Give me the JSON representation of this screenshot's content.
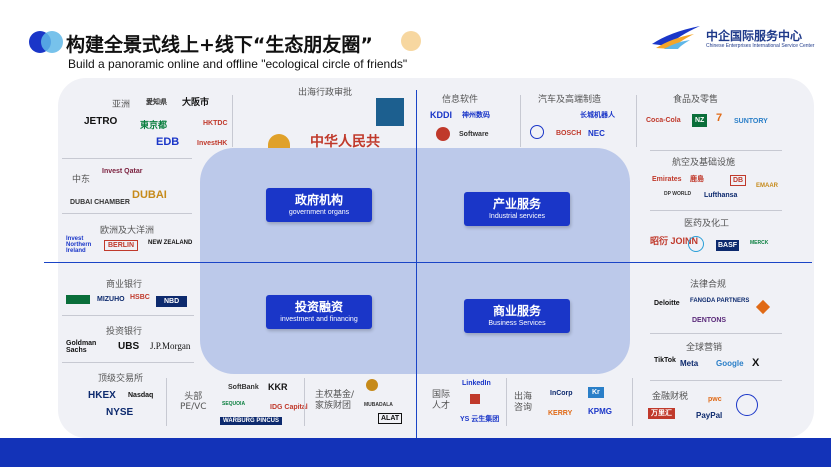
{
  "title": "构建全景式线上+线下“生态朋友圈”",
  "subtitle": "Build a panoramic online and offline \"ecological circle of friends\"",
  "brand": {
    "name_cn": "中企国际服务中心",
    "name_en": "Chinese Enterprises International Service Center"
  },
  "colors": {
    "accent": "#1a36c8",
    "footer": "#1333b8",
    "core": "#bcc9ea",
    "board": "#f0f1f6"
  },
  "quadrants": {
    "gov": {
      "cn": "政府机构",
      "en": "government organs"
    },
    "industry": {
      "cn": "产业服务",
      "en": "Industrial services"
    },
    "invest": {
      "cn": "投资融资",
      "en": "investment and financing"
    },
    "business": {
      "cn": "商业服务",
      "en": "Business Services"
    }
  },
  "categories": {
    "asia": "亚洲",
    "middle_east": "中东",
    "europe_oceania": "欧洲及大洋洲",
    "approval": "出海行政审批",
    "software": "信息软件",
    "auto": "汽车及高端制造",
    "food": "食品及零售",
    "aviation": "航空及基础设施",
    "medical": "医药及化工",
    "commercial_bank": "商业银行",
    "invest_bank": "投资银行",
    "exchange": "顶级交易所",
    "pe_vc": "头部\nPE/VC",
    "fund": "主权基金/\n家族财团",
    "talent": "国际\n人才",
    "consult": "出海\n咨询",
    "legal": "法律合规",
    "media": "全球营销",
    "finance": "金融财税"
  },
  "logos": {
    "asia": [
      "JETRO",
      "愛知県",
      "大阪市",
      "東京都",
      "HKTDC",
      "EDB",
      "InvestHK"
    ],
    "middle_east": [
      "Invest Qatar",
      "DUBAI CHAMBER",
      "DUBAI"
    ],
    "europe": [
      "Invest Northern Ireland",
      "BERLIN",
      "NEW ZEALAND"
    ],
    "approval": [
      "中华人民共"
    ],
    "software": [
      "KDDI",
      "神州数码",
      "Software"
    ],
    "auto": [
      "VW",
      "BOSCH",
      "NEC",
      "长城机器人"
    ],
    "food": [
      "Coca-Cola",
      "NZ",
      "7",
      "SUNTORY"
    ],
    "aviation": [
      "Emirates",
      "鹿島",
      "DB",
      "DP WORLD",
      "Lufthansa",
      "EMAAR"
    ],
    "medical": [
      "昭衍 JOINN",
      "BAYER",
      "BASF",
      "MERCK"
    ],
    "commercial_bank": [
      "HSBC",
      "MIZUHO",
      "NBD"
    ],
    "invest_bank": [
      "Goldman Sachs",
      "UBS",
      "J.P.Morgan"
    ],
    "exchange": [
      "HKEX",
      "Nasdaq",
      "NYSE"
    ],
    "pe_vc": [
      "SoftBank",
      "KKR",
      "SEQUOIA",
      "IDG Capital",
      "WARBURG PINCUS"
    ],
    "fund": [
      "MUBADALA",
      "ALAT"
    ],
    "talent": [
      "LinkedIn",
      "YS 云生集团"
    ],
    "consult": [
      "InCorp",
      "KERRY",
      "Kr",
      "KPMG"
    ],
    "legal": [
      "Deloitte",
      "FANGDA PARTNERS",
      "DENTONS"
    ],
    "media": [
      "TikTok",
      "Meta",
      "Google",
      "X"
    ],
    "finance": [
      "万里汇",
      "pwc",
      "PayPal"
    ]
  }
}
